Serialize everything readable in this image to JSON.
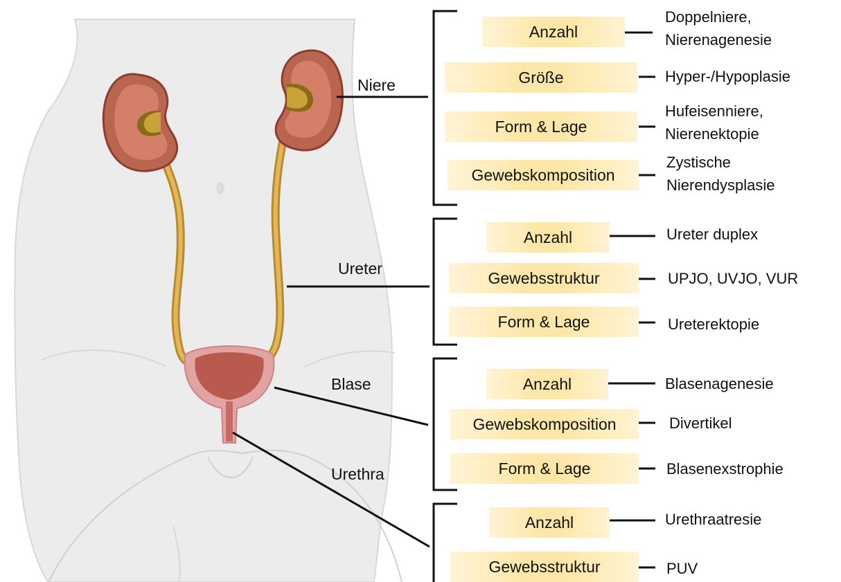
{
  "organs": {
    "niere": "Niere",
    "ureter": "Ureter",
    "blase": "Blase",
    "urethra": "Urethra"
  },
  "groups": {
    "niere": [
      {
        "category": "Anzahl",
        "finding": [
          "Doppelniere,",
          "Nierenagenesie"
        ]
      },
      {
        "category": "Größe",
        "finding": [
          "Hyper-/Hypoplasie"
        ]
      },
      {
        "category": "Form & Lage",
        "finding": [
          "Hufeisenniere,",
          "Nierenektopie"
        ]
      },
      {
        "category": "Gewebskomposition",
        "finding": [
          "Zystische",
          "Nierendysplasie"
        ]
      }
    ],
    "ureter": [
      {
        "category": "Anzahl",
        "finding": [
          "Ureter duplex"
        ]
      },
      {
        "category": "Gewebsstruktur",
        "finding": [
          "UPJO, UVJO, VUR"
        ]
      },
      {
        "category": "Form & Lage",
        "finding": [
          "Ureterektopie"
        ]
      }
    ],
    "blase": [
      {
        "category": "Anzahl",
        "finding": [
          "Blasenagenesie"
        ]
      },
      {
        "category": "Gewebskomposition",
        "finding": [
          "Divertikel"
        ]
      },
      {
        "category": "Form & Lage",
        "finding": [
          "Blasenexstrophie"
        ]
      }
    ],
    "urethra": [
      {
        "category": "Anzahl",
        "finding": [
          "Urethraatresie"
        ]
      },
      {
        "category": "Gewebsstruktur",
        "finding": [
          "PUV"
        ]
      }
    ]
  }
}
